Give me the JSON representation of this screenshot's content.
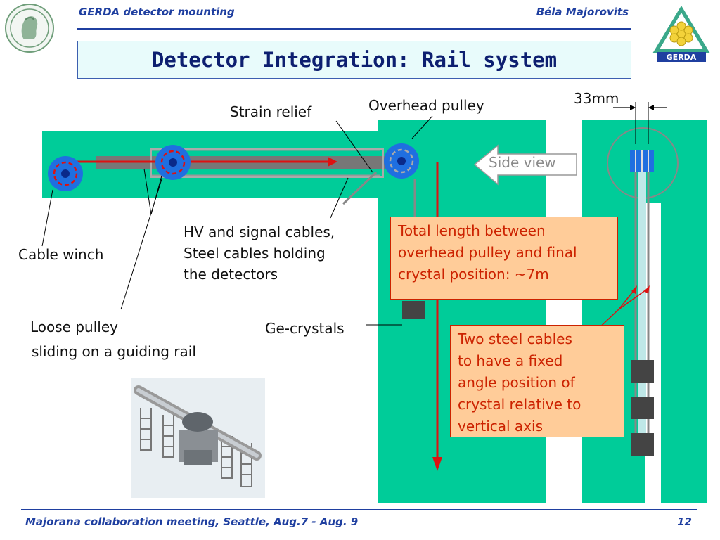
{
  "header": {
    "left": "GERDA detector mounting",
    "right": "Béla Majorovits"
  },
  "title": "Detector Integration: Rail system",
  "labels": {
    "strain_relief": "Strain relief",
    "overhead_pulley": "Overhead pulley",
    "dimension": "33mm",
    "side_view": "Side view",
    "cable_winch": "Cable winch",
    "hv_cables_1": "HV and signal cables,",
    "hv_cables_2": "Steel cables holding",
    "hv_cables_3": "the detectors",
    "loose_pulley_1": "Loose pulley",
    "loose_pulley_2": "sliding on a guiding rail",
    "ge_crystals": "Ge-crystals"
  },
  "notes": {
    "total_length": [
      "Total length between",
      "overhead pulley and final",
      "crystal position: ~7m"
    ],
    "two_cables": [
      "Two steel cables",
      "to have a fixed",
      "angle position of",
      "crystal relative to",
      "vertical axis"
    ]
  },
  "logo": {
    "text": "GERDA"
  },
  "footer": {
    "left": "Majorana collaboration meeting, Seattle, Aug.7 - Aug. 9",
    "page": "12"
  },
  "colors": {
    "green": "#00cc99",
    "blue": "#1f3fa0",
    "red": "#dd1111",
    "note_bg": "#ffcc99"
  }
}
